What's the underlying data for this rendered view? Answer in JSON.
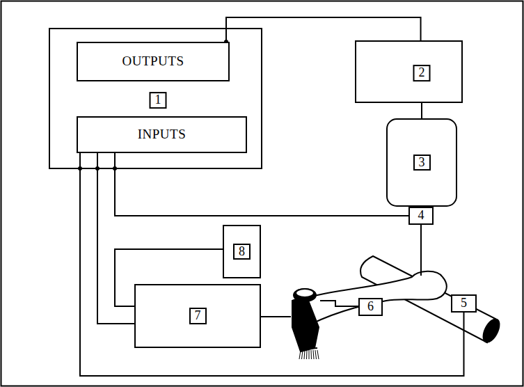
{
  "diagram": {
    "nodes": [
      {
        "text": [
          "1"
        ]
      },
      {
        "text": [
          "OUTPUTS"
        ],
        "in": 0
      },
      {
        "text": [
          "INPUTS"
        ],
        "in": 0
      },
      {
        "text": [
          "2"
        ]
      },
      {
        "text": [
          "3"
        ]
      },
      {
        "text": [
          "4"
        ]
      },
      {
        "text": [
          "8"
        ]
      },
      {
        "text": [
          "7"
        ]
      },
      {
        "text": [
          "6"
        ]
      },
      {
        "text": [
          "5"
        ]
      }
    ],
    "edges": [
      {
        "from": 1,
        "to": 3,
        "arrow": "none"
      },
      {
        "from": 3,
        "to": 4,
        "arrow": "none"
      },
      {
        "from": 2,
        "to": 5,
        "arrow": "none"
      },
      {
        "from": 2,
        "to": 7,
        "arrow": "none"
      },
      {
        "from": 2,
        "to": 9,
        "arrow": "none"
      },
      {
        "from": 6,
        "to": 7,
        "arrow": "none"
      }
    ]
  }
}
